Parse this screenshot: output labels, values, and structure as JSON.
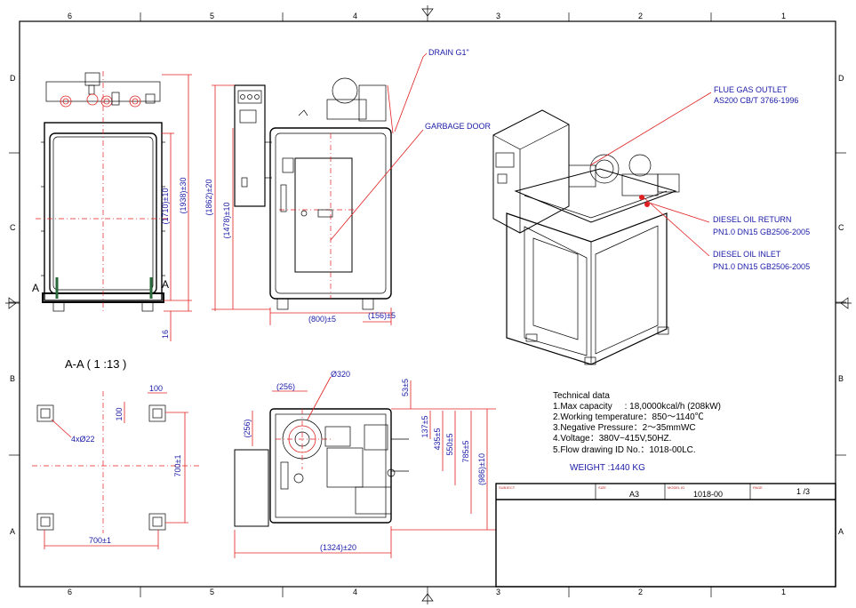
{
  "frame": {
    "columns_top": [
      "6",
      "5",
      "4",
      "3",
      "2",
      "1"
    ],
    "columns_bottom": [
      "6",
      "5",
      "4",
      "3",
      "2",
      "1"
    ],
    "rows_left": [
      "D",
      "C",
      "B",
      "A"
    ],
    "rows_right": [
      "D",
      "C",
      "B",
      "A"
    ]
  },
  "callouts": {
    "drain": "DRAIN G1\"",
    "garbage_door": "GARBAGE DOOR",
    "flue_gas_outlet": "FLUE GAS OUTLET",
    "flue_gas_outlet_spec": "AS200  CB/T 3766-1996",
    "diesel_oil_return": "DIESEL OIL RETURN",
    "diesel_oil_return_spec": "PN1.0 DN15 GB2506-2005",
    "diesel_oil_inlet": "DIESEL OIL INLET",
    "diesel_oil_inlet_spec": "PN1.0 DN15 GB2506-2005"
  },
  "dimensions": {
    "front_h1": "(1710)±10",
    "front_h2": "(1938)±30",
    "side_h1": "(1862)±20",
    "side_h2": "(1478)±10",
    "base_16": "16",
    "width_800": "(800)±5",
    "width_156": "(156)±5",
    "section_a_left": "A",
    "section_a_right": "A",
    "plan_256_h": "(256)",
    "plan_256_v": "(256)",
    "plan_d320": "Ø320",
    "plan_53": "53±5",
    "plan_137": "137±5",
    "plan_435": "435±5",
    "plan_550": "550±5",
    "plan_785": "785±5",
    "plan_986": "(986)±10",
    "plan_1324": "(1324)±20",
    "aa_100_h": "100",
    "aa_100_v": "100",
    "aa_holes": "4xØ22",
    "aa_700_v": "700±1",
    "aa_700_h": "700±1"
  },
  "section_title": "A-A  ( 1 :13 )",
  "technical": {
    "title": "Technical data",
    "lines": [
      "1.Max capacity     : 18,0000kcal/h (208kW)",
      "2.Working temperature：850～1140℃",
      "3.Negative Pressure：2～35mmWC",
      "4.Voltage：380V~415V,50HZ.",
      "5.Flow drawing ID No.：1018-00LC."
    ],
    "weight": "WEIGHT :1440 KG"
  },
  "title_block": {
    "subject_label": "SUBJECT",
    "size_label": "SIZE",
    "size_value": "A3",
    "model_label": "MODEL ID",
    "model_value": "1018-00",
    "page_label": "PAGE",
    "page_value": "1 /3"
  },
  "colors": {
    "line": "#000000",
    "centerline": "#e02020",
    "dimension_text": "#1a1aa8"
  }
}
